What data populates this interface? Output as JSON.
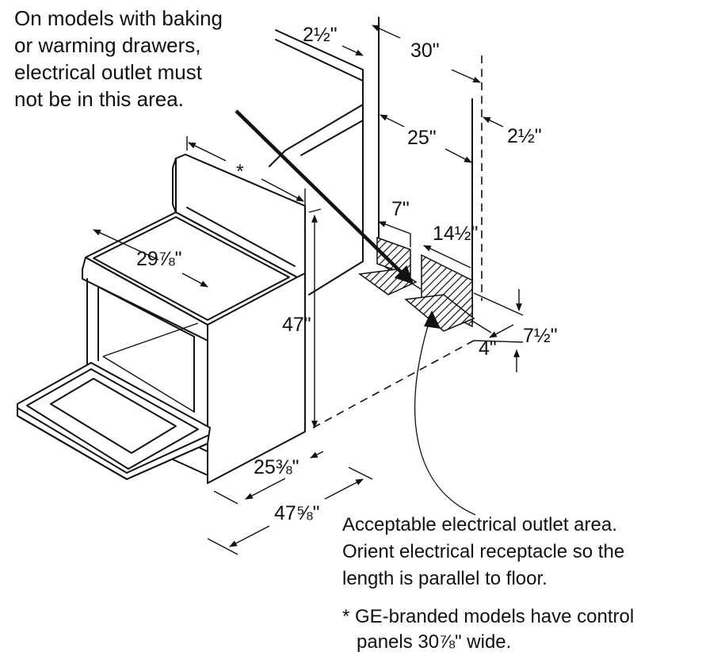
{
  "callouts": {
    "warning_line1": "On models with baking",
    "warning_line2": "or warming drawers,",
    "warning_line3": "electrical outlet must",
    "warning_line4": "not be in this area.",
    "acceptable_line1": "Acceptable electrical outlet area.",
    "acceptable_line2": "Orient electrical receptacle so the",
    "acceptable_line3": "length is parallel to floor."
  },
  "footnote": {
    "line1": "* GE-branded models have control",
    "line2": "panels 30⅞\" wide."
  },
  "dimensions": {
    "side_offset_top": "2½\"",
    "cabinet_width": "30\"",
    "outlet_span": "25\"",
    "side_offset_right": "2½\"",
    "outlet_upper_width": "7\"",
    "outlet_lower_width": "14½\"",
    "outlet_height": "7½\"",
    "outlet_floor_gap": "4\"",
    "range_width": "29⅞\"",
    "range_height": "47\"",
    "range_depth": "25⅜\"",
    "depth_door_open": "47⅝\"",
    "asterisk": "*"
  }
}
